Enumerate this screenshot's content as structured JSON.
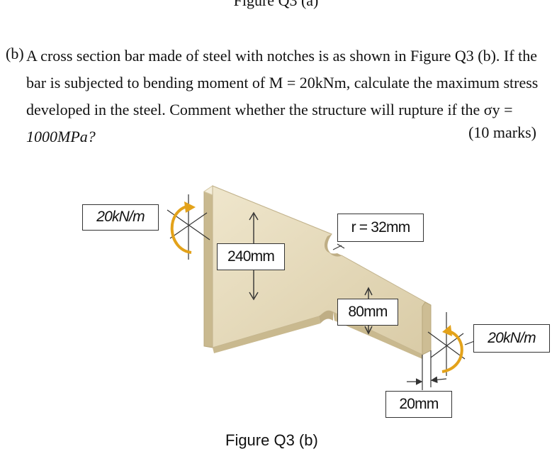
{
  "figure_top": "Figure Q3 (a)",
  "question": {
    "label": "(b)",
    "line1": "A cross section bar made of steel with notches is as shown in Figure Q3 (b). If the",
    "line2": "bar is subjected to bending moment of M = 20kNm, calculate the maximum stress",
    "line3": "developed in the steel. Comment whether the structure will rupture if the σy =",
    "line4": "1000MPa?",
    "marks": "(10 marks)"
  },
  "figure": {
    "moment_left": "20kN/m",
    "moment_right": "20kN/m",
    "height_large": "240mm",
    "height_small": "80mm",
    "radius": "r = 32mm",
    "thickness": "20mm",
    "caption": "Figure Q3 (b)"
  }
}
